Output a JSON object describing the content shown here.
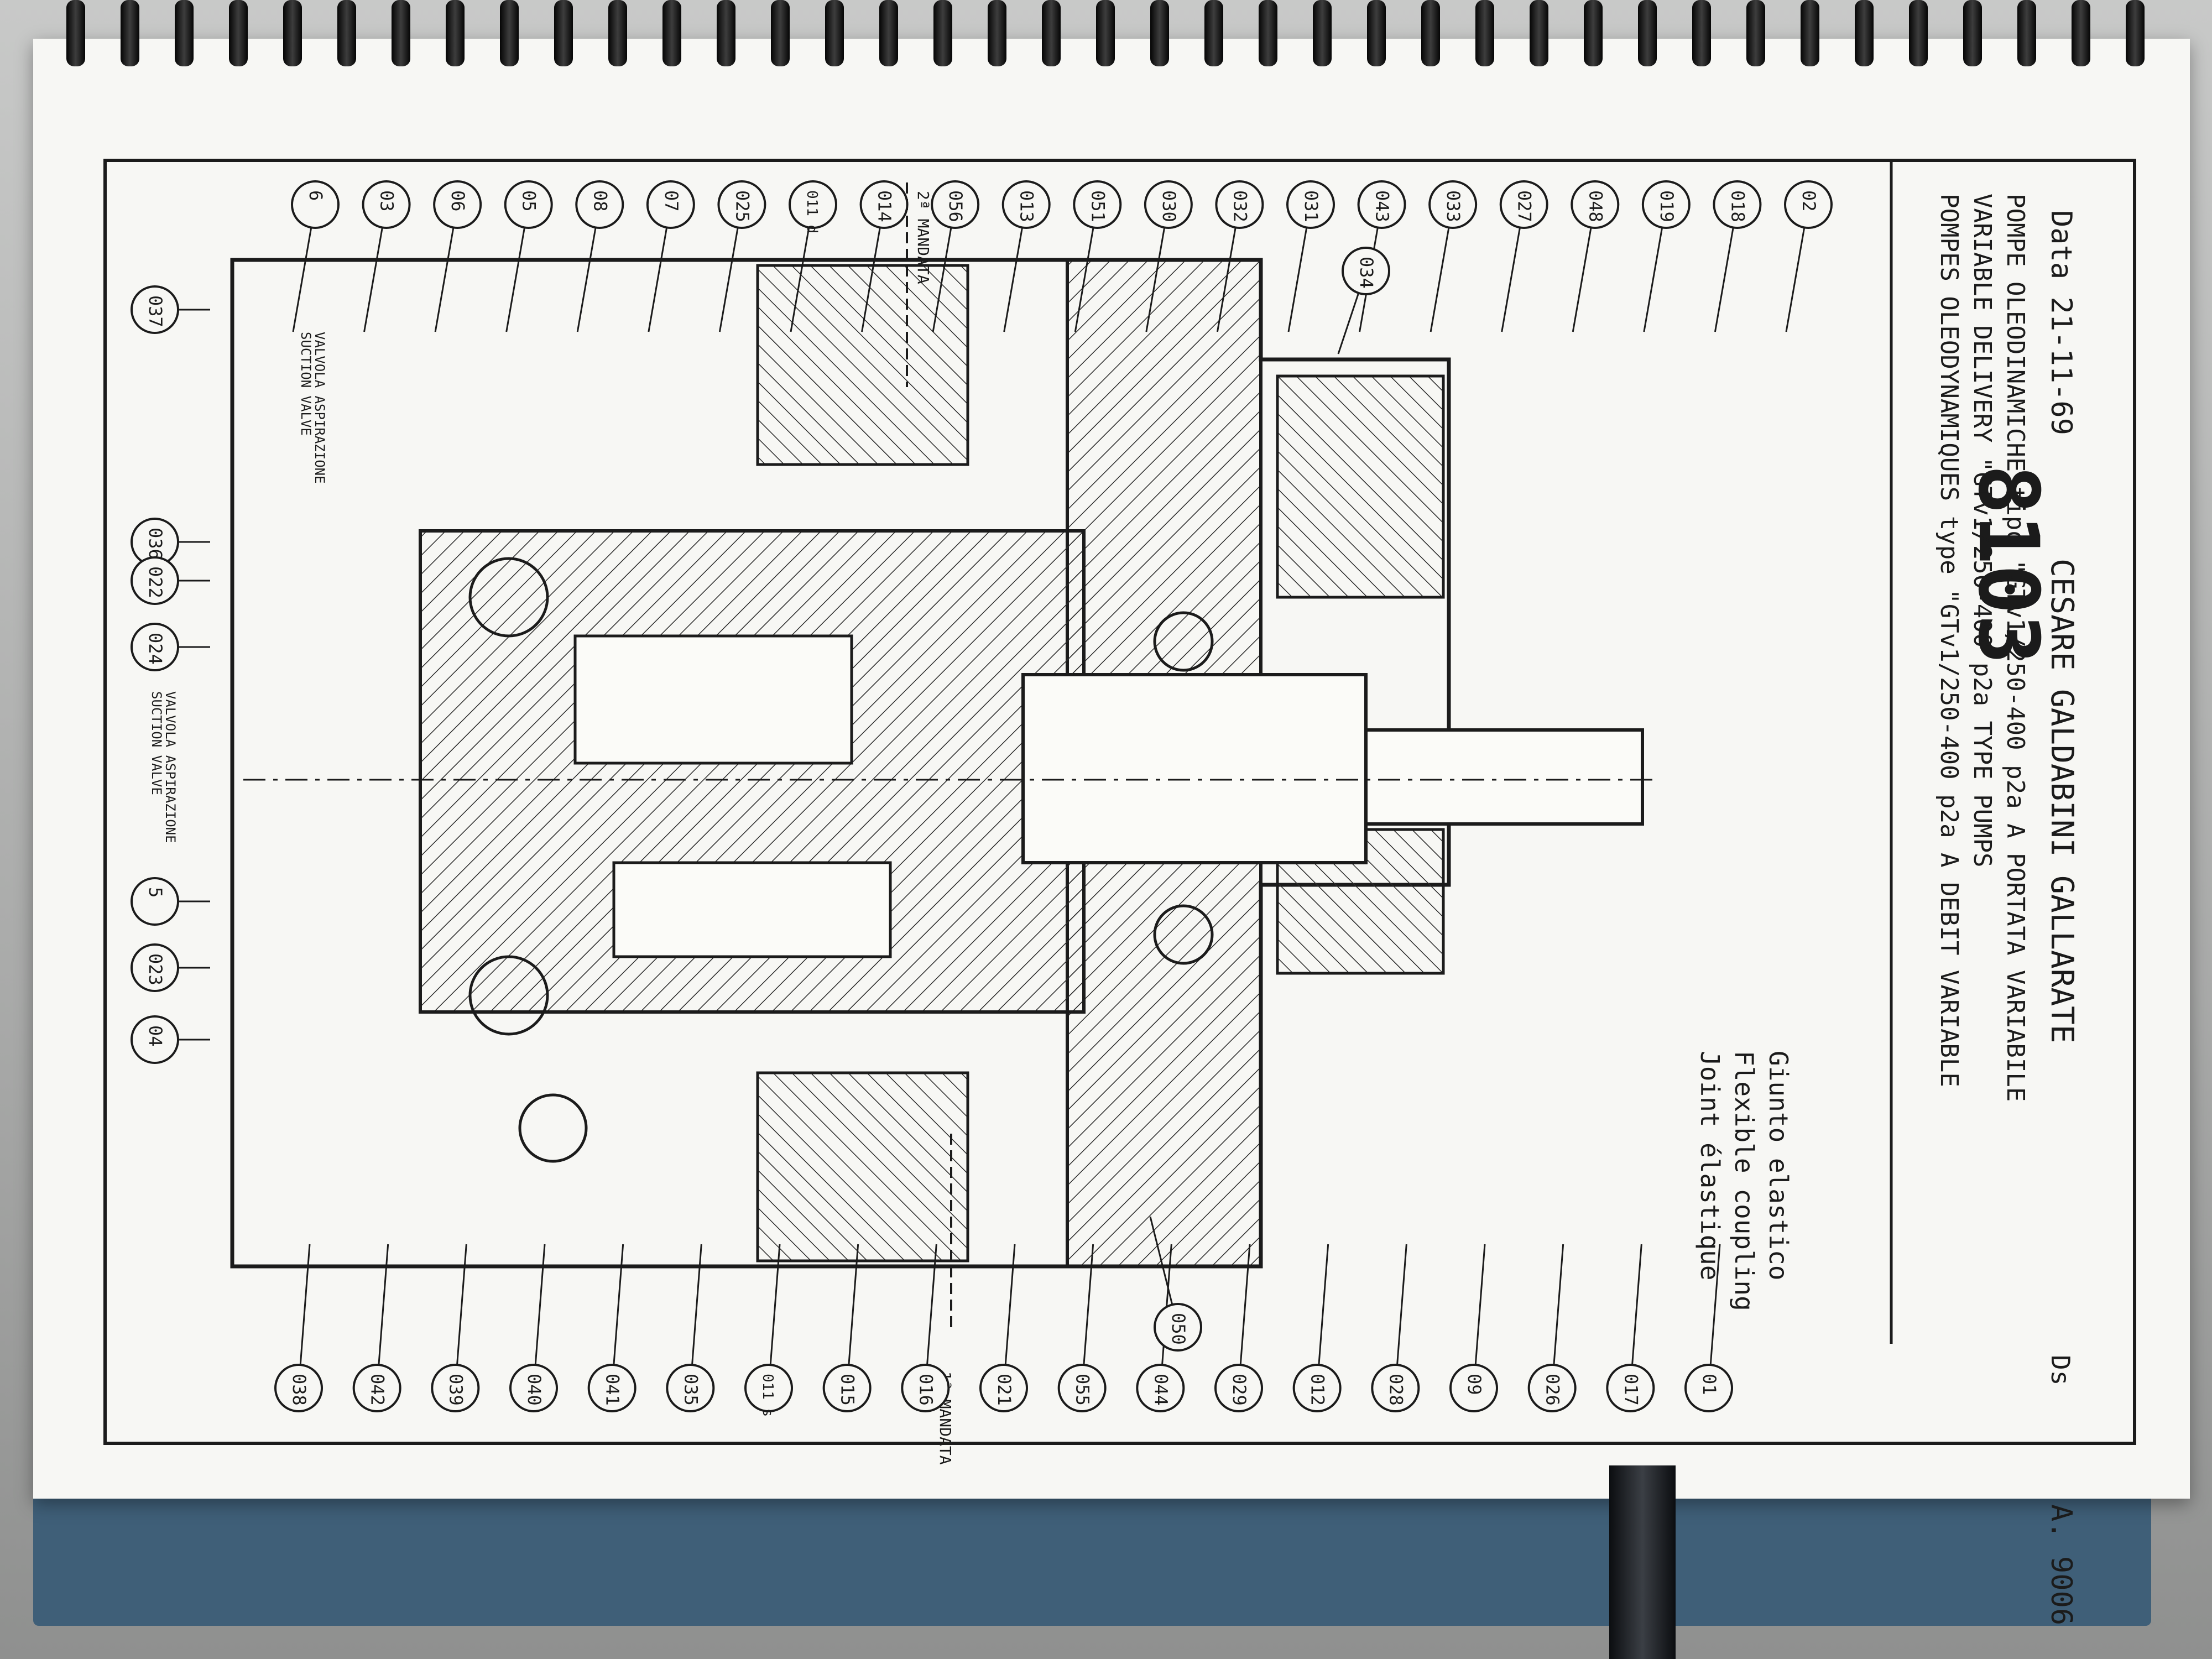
{
  "titleblock": {
    "company": "CESARE GALDABINI   GALLARATE",
    "date": "Data 21-11-69",
    "drawing_number": "8103",
    "ds_label": "Ds",
    "ref": "A. 9006",
    "title_it": "POMPE OLEODINAMICHE tipo \"GTv1/250-400 p2a A PORTATA VARIABILE",
    "title_en": "VARIABLE DELIVERY \"GTv1/250-400 p2a TYPE PUMPS",
    "title_fr": "POMPES OLEODYNAMIQUES type \"GTv1/250-400 p2a A DEBIT VARIABLE"
  },
  "coupling_note": {
    "it": "Giunto elastico",
    "en": "Flexible coupling",
    "fr": "Joint élastique"
  },
  "annotations": {
    "secondo_mandata": "2ª MANDATA",
    "primo_mandata": "1ª MANDATA",
    "valve_upper_it": "VALVOLA ASPIRAZIONE",
    "valve_upper_en": "SUCTION VALVE",
    "valve_lower_it": "VALVOLA ASPIRAZIONE",
    "valve_lower_en": "SUCTION VALVE"
  },
  "callouts_top": [
    "02",
    "018",
    "019",
    "048",
    "027",
    "033",
    "043",
    "031",
    "032",
    "030",
    "051",
    "013",
    "056",
    "014",
    "011 d",
    "025",
    "07",
    "08",
    "05",
    "06",
    "03",
    "6"
  ],
  "callout_extra": "034",
  "callouts_bottom": [
    "01",
    "017",
    "026",
    "09",
    "028",
    "012",
    "029",
    "044",
    "055",
    "021",
    "016",
    "015",
    "011 s",
    "035",
    "041",
    "040",
    "039",
    "042",
    "038"
  ],
  "callout_050": "050",
  "callouts_left": [
    "037",
    "036",
    "022",
    "024",
    "5",
    "023",
    "04"
  ]
}
